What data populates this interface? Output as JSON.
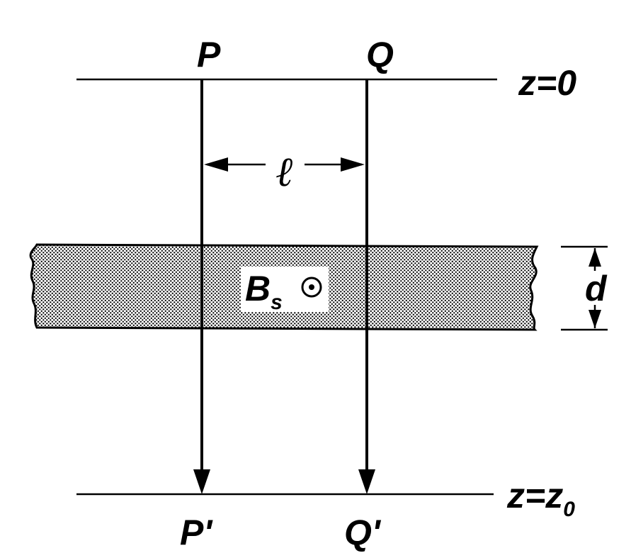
{
  "labels": {
    "p_top": "P",
    "q_top": "Q",
    "p_bottom": "P'",
    "q_bottom": "Q'",
    "z0_top": "z=0",
    "z_bottom_main": "z=z",
    "z_bottom_sub": "0",
    "ell": "ℓ",
    "thickness": "d",
    "field_main": "B",
    "field_sub": "s"
  }
}
